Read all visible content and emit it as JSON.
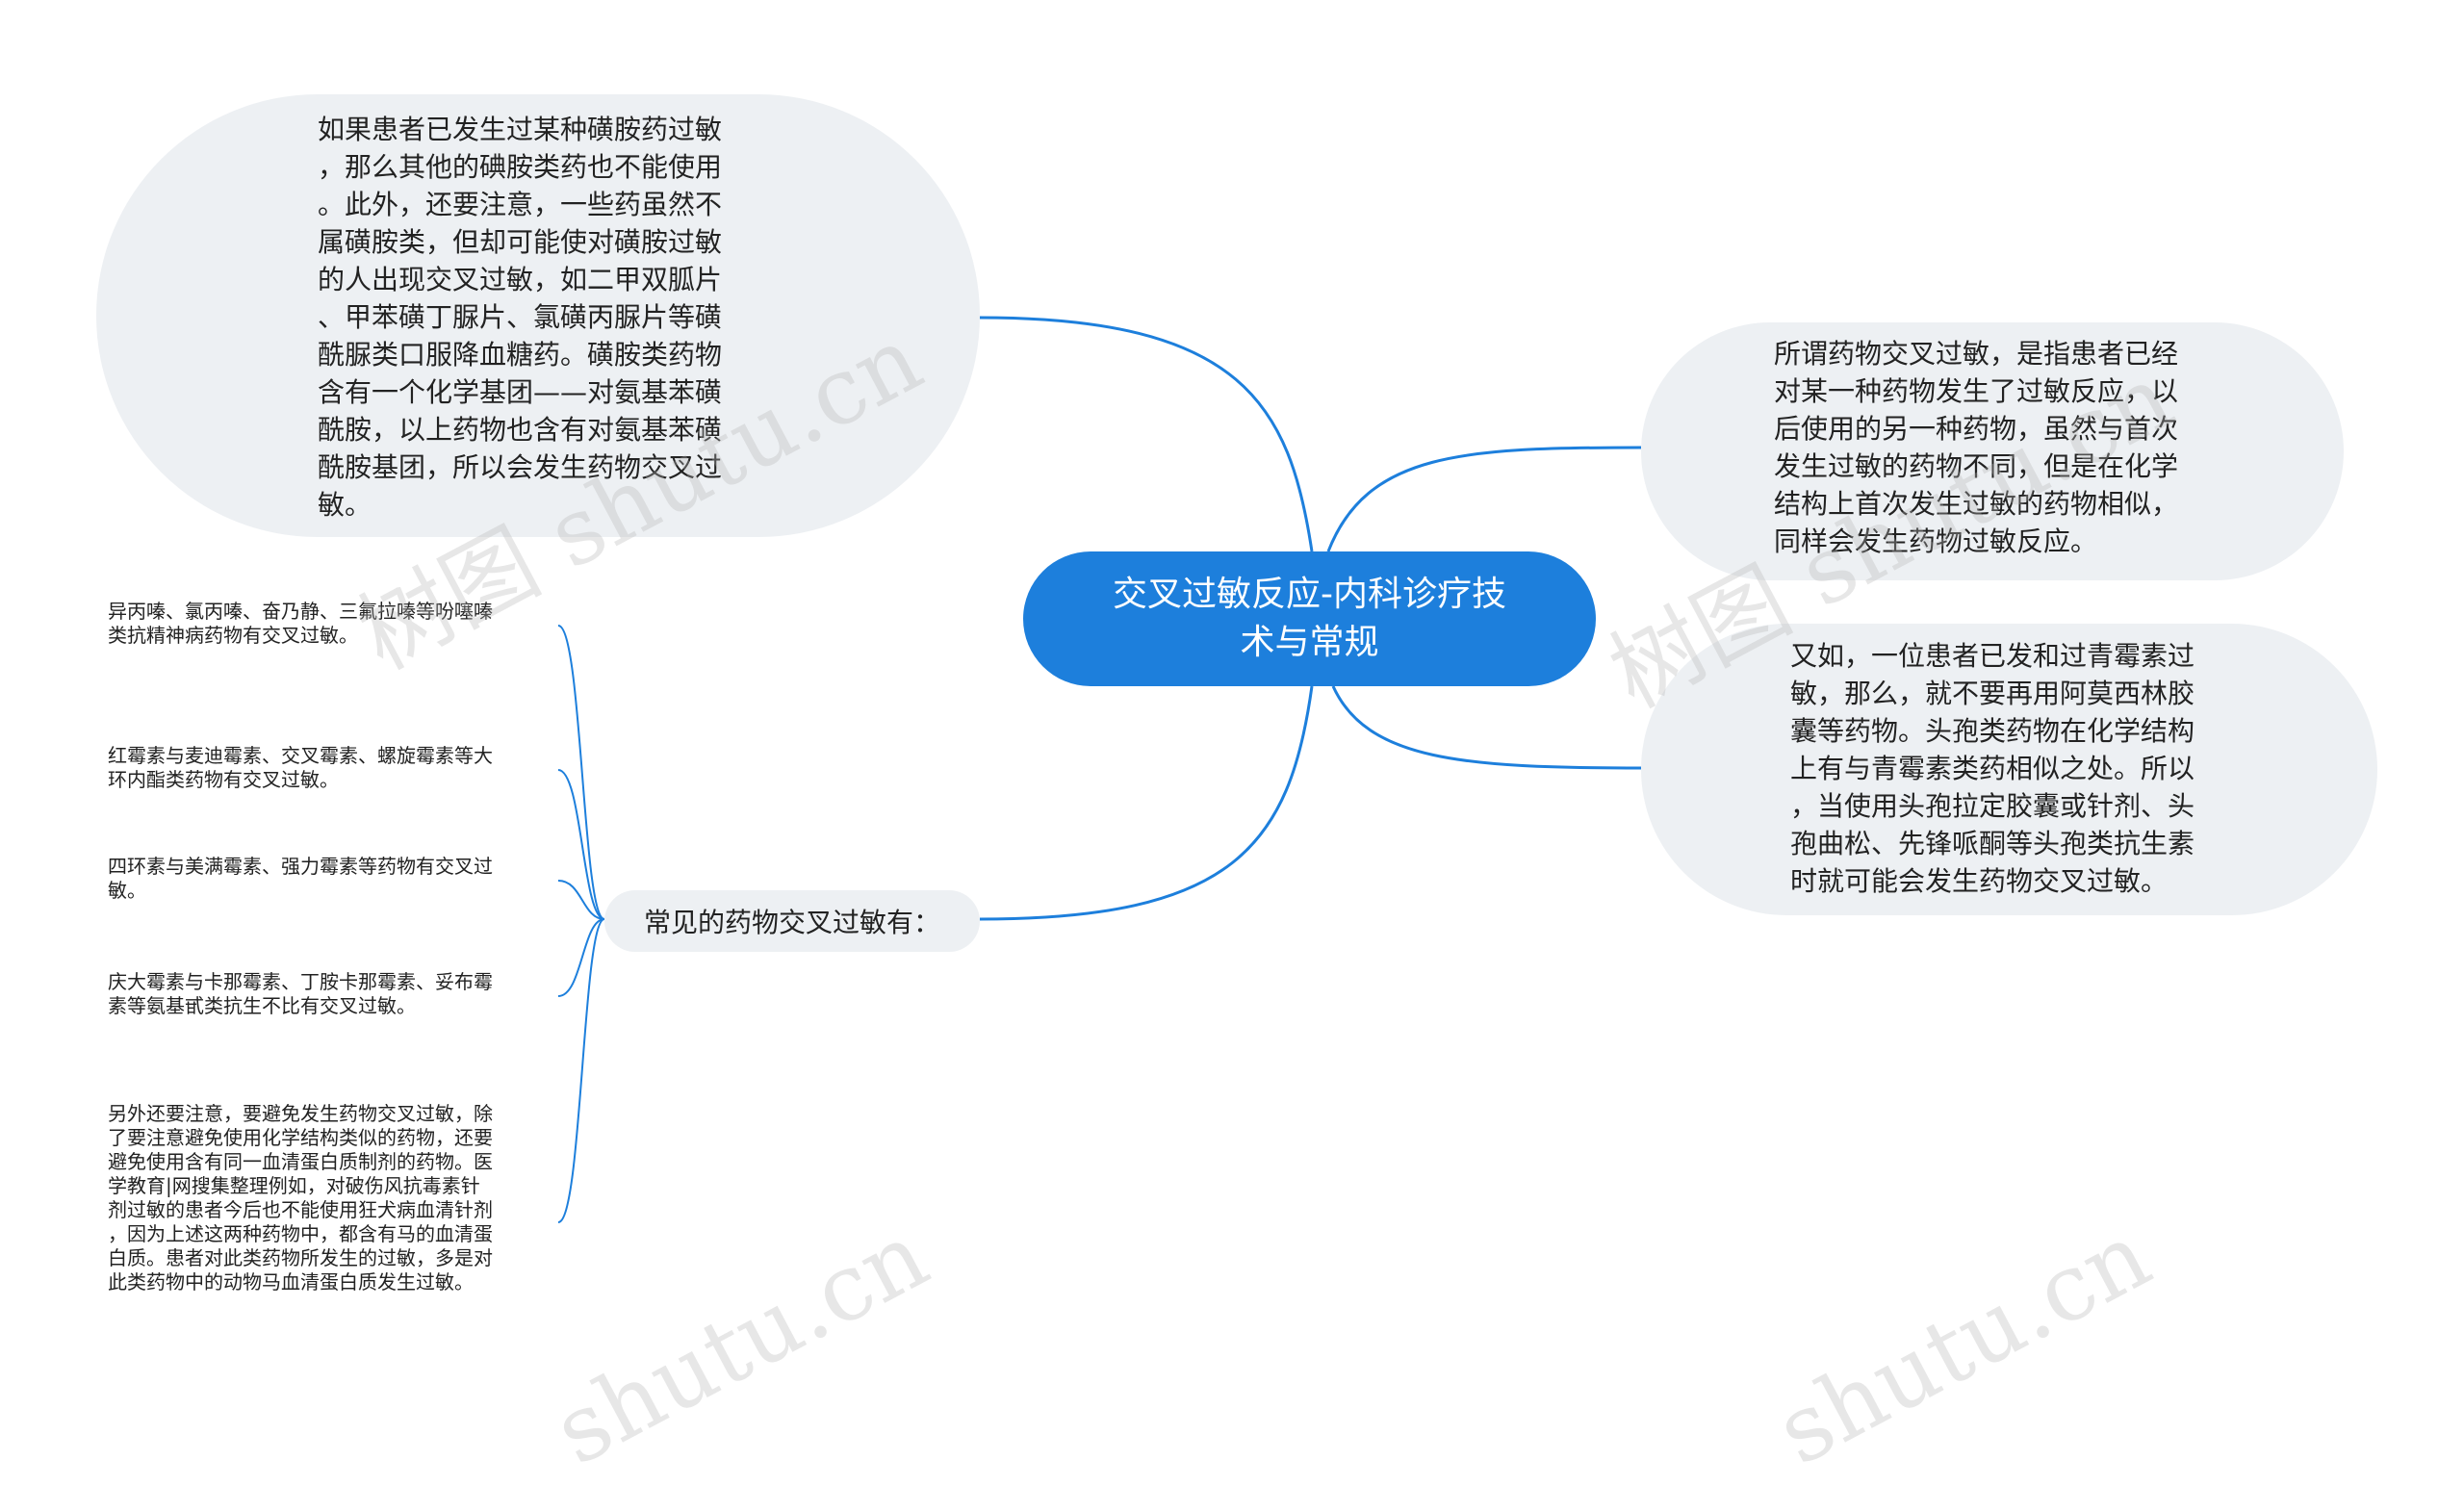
{
  "root": {
    "title": "交叉过敏反应-内科诊疗技\n术与常规"
  },
  "top_left": {
    "text": "如果患者已发生过某种磺胺药过敏\n，那么其他的碘胺类药也不能使用\n。此外，还要注意，一些药虽然不\n属磺胺类，但却可能使对磺胺过敏\n的人出现交叉过敏，如二甲双胍片\n、甲苯磺丁脲片、氯磺丙脲片等磺\n酰脲类口服降血糖药。磺胺类药物\n含有一个化学基团——对氨基苯磺\n酰胺，以上药物也含有对氨基苯磺\n酰胺基团，所以会发生药物交叉过\n敏。"
  },
  "right_top": {
    "text": "所谓药物交叉过敏，是指患者已经\n对某一种药物发生了过敏反应，以\n后使用的另一种药物，虽然与首次\n发生过敏的药物不同，但是在化学\n结构上首次发生过敏的药物相似，\n同样会发生药物过敏反应。"
  },
  "right_bottom": {
    "text": "又如，一位患者已发和过青霉素过\n敏，那么，就不要再用阿莫西林胶\n囊等药物。头孢类药物在化学结构\n上有与青霉素类药相似之处。所以\n，当使用头孢拉定胶囊或针剂、头\n孢曲松、先锋哌酮等头孢类抗生素\n时就可能会发生药物交叉过敏。"
  },
  "common": {
    "label": "常见的药物交叉过敏有：",
    "items": [
      "异丙嗪、氯丙嗪、奋乃静、三氟拉嗪等吩噻嗪\n类抗精神病药物有交叉过敏。",
      "红霉素与麦迪霉素、交叉霉素、螺旋霉素等大\n环内酯类药物有交叉过敏。",
      "四环素与美满霉素、强力霉素等药物有交叉过\n敏。",
      "庆大霉素与卡那霉素、丁胺卡那霉素、妥布霉\n素等氨基甙类抗生不比有交叉过敏。",
      "另外还要注意，要避免发生药物交叉过敏，除\n了要注意避免使用化学结构类似的药物，还要\n避免使用含有同一血清蛋白质制剂的药物。医\n学教育|网搜集整理例如，对破伤风抗毒素针\n剂过敏的患者今后也不能使用狂犬病血清针剂\n，因为上述这两种药物中，都含有马的血清蛋\n白质。患者对此类药物所发生的过敏，多是对\n此类药物中的动物马血清蛋白质发生过敏。"
    ]
  },
  "watermarks": [
    "树图 shutu.cn",
    "树图 shutu.cn",
    "shutu.cn",
    "shutu.cn"
  ],
  "colors": {
    "root_fill": "#1d7fdc",
    "connector": "#1d7fdc",
    "bubble_fill": "#edf0f3"
  }
}
